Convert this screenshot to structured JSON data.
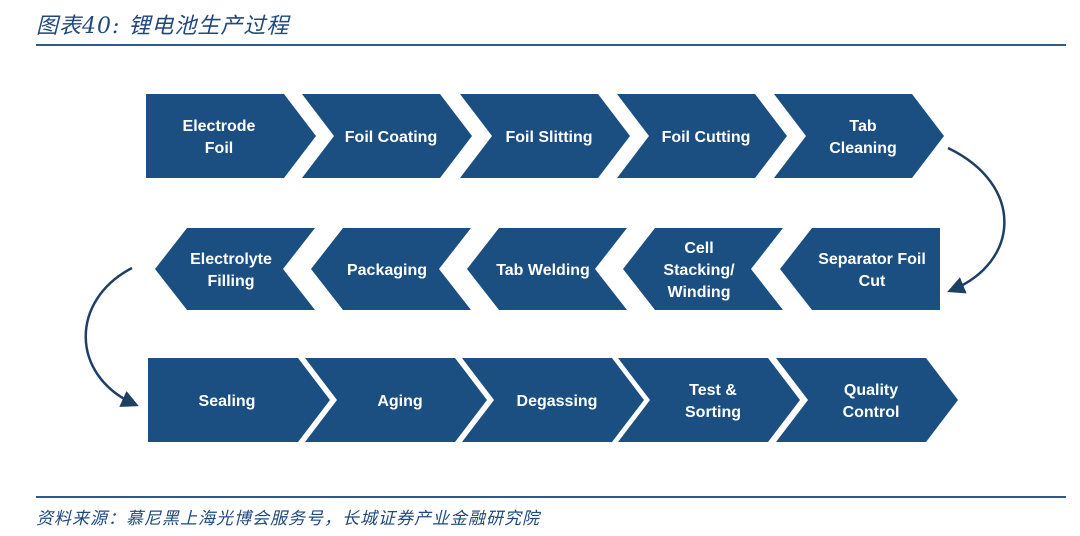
{
  "header": {
    "title": "图表40:  锂电池生产过程"
  },
  "footer": {
    "source": "资料来源：慕尼黑上海光博会服务号，长城证券产业金融研究院"
  },
  "colors": {
    "accent": "#1f497d",
    "shape_fill": "#1b4e81",
    "arrow": "#1f3f66"
  },
  "rows": [
    {
      "direction": "right",
      "steps": [
        {
          "label": [
            "Electrode",
            "Foil"
          ]
        },
        {
          "label": [
            "Foil Coating"
          ]
        },
        {
          "label": [
            "Foil Slitting"
          ]
        },
        {
          "label": [
            "Foil Cutting"
          ]
        },
        {
          "label": [
            "Tab",
            "Cleaning"
          ]
        }
      ]
    },
    {
      "direction": "left",
      "steps": [
        {
          "label": [
            "Separator Foil",
            "Cut"
          ]
        },
        {
          "label": [
            "Cell",
            "Stacking/",
            "Winding"
          ]
        },
        {
          "label": [
            "Tab Welding"
          ]
        },
        {
          "label": [
            "Packaging"
          ]
        },
        {
          "label": [
            "Electrolyte",
            "Filling"
          ]
        }
      ]
    },
    {
      "direction": "right",
      "steps": [
        {
          "label": [
            "Sealing"
          ]
        },
        {
          "label": [
            "Aging"
          ]
        },
        {
          "label": [
            "Degassing"
          ]
        },
        {
          "label": [
            "Test &",
            "Sorting"
          ]
        },
        {
          "label": [
            "Quality",
            "Control"
          ]
        }
      ]
    }
  ]
}
